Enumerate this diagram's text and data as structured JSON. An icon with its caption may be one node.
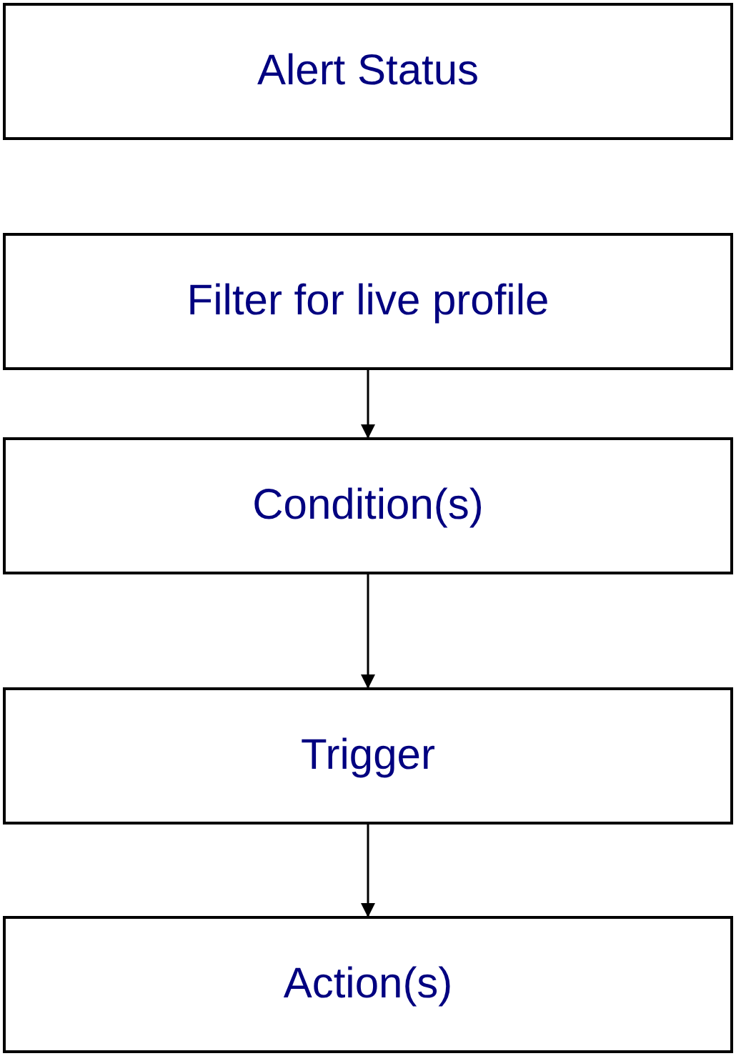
{
  "diagram": {
    "nodes": [
      {
        "text": [
          "Alert Status"
        ]
      },
      {
        "text": [
          "Filter for live profile"
        ]
      },
      {
        "text": [
          "Condition(s)"
        ]
      },
      {
        "text": [
          "Trigger"
        ]
      },
      {
        "text": [
          "Action(s)"
        ]
      }
    ],
    "edges": [
      {
        "from": 1,
        "to": 2,
        "arrow": "to"
      },
      {
        "from": 2,
        "to": 3,
        "arrow": "to"
      },
      {
        "from": 3,
        "to": 4,
        "arrow": "to"
      }
    ]
  }
}
